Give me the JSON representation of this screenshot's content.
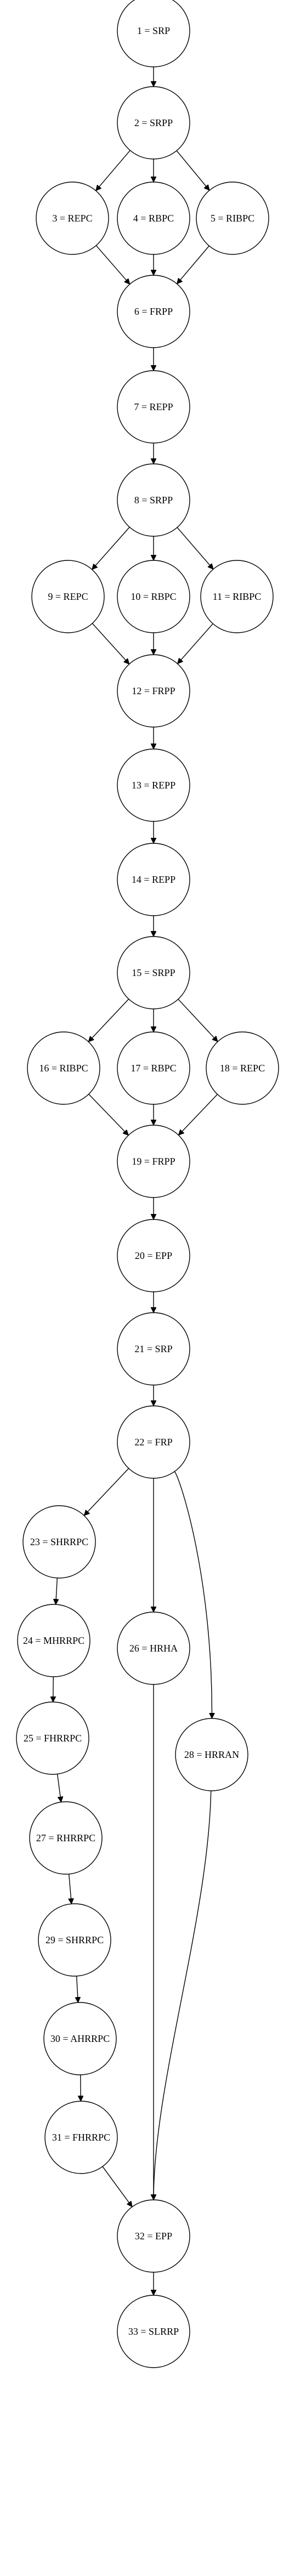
{
  "graph": {
    "nodes": [
      {
        "id": 1,
        "label": "1 = SRP"
      },
      {
        "id": 2,
        "label": "2 = SRPP"
      },
      {
        "id": 3,
        "label": "3 = REPC"
      },
      {
        "id": 4,
        "label": "4 = RBPC"
      },
      {
        "id": 5,
        "label": "5 = RIBPC"
      },
      {
        "id": 6,
        "label": "6 = FRPP"
      },
      {
        "id": 7,
        "label": "7 = REPP"
      },
      {
        "id": 8,
        "label": "8 = SRPP"
      },
      {
        "id": 9,
        "label": "9 = REPC"
      },
      {
        "id": 10,
        "label": "10 = RBPC"
      },
      {
        "id": 11,
        "label": "11 = RIBPC"
      },
      {
        "id": 12,
        "label": "12 = FRPP"
      },
      {
        "id": 13,
        "label": "13 = REPP"
      },
      {
        "id": 14,
        "label": "14 = REPP"
      },
      {
        "id": 15,
        "label": "15 = SRPP"
      },
      {
        "id": 16,
        "label": "16 = RIBPC"
      },
      {
        "id": 17,
        "label": "17 = RBPC"
      },
      {
        "id": 18,
        "label": "18 = REPC"
      },
      {
        "id": 19,
        "label": "19 = FRPP"
      },
      {
        "id": 20,
        "label": "20 = EPP"
      },
      {
        "id": 21,
        "label": "21 = SRP"
      },
      {
        "id": 22,
        "label": "22 = FRP"
      },
      {
        "id": 23,
        "label": "23 = SHRRPC"
      },
      {
        "id": 24,
        "label": "24 = MHRRPC"
      },
      {
        "id": 25,
        "label": "25 = FHRRPC"
      },
      {
        "id": 26,
        "label": "26 = HRHA"
      },
      {
        "id": 27,
        "label": "27 = RHRRPC"
      },
      {
        "id": 28,
        "label": "28 = HRRAN"
      },
      {
        "id": 29,
        "label": "29 = SHRRPC"
      },
      {
        "id": 30,
        "label": "30 = AHRRPC"
      },
      {
        "id": 31,
        "label": "31 = FHRRPC"
      },
      {
        "id": 32,
        "label": "32 = EPP"
      },
      {
        "id": 33,
        "label": "33 = SLRRP"
      }
    ],
    "edges": [
      [
        1,
        2
      ],
      [
        2,
        3
      ],
      [
        2,
        4
      ],
      [
        2,
        5
      ],
      [
        3,
        6
      ],
      [
        4,
        6
      ],
      [
        5,
        6
      ],
      [
        6,
        7
      ],
      [
        7,
        8
      ],
      [
        8,
        9
      ],
      [
        8,
        10
      ],
      [
        8,
        11
      ],
      [
        9,
        12
      ],
      [
        10,
        12
      ],
      [
        11,
        12
      ],
      [
        12,
        13
      ],
      [
        13,
        14
      ],
      [
        14,
        15
      ],
      [
        15,
        16
      ],
      [
        15,
        17
      ],
      [
        15,
        18
      ],
      [
        16,
        19
      ],
      [
        17,
        19
      ],
      [
        18,
        19
      ],
      [
        19,
        20
      ],
      [
        20,
        21
      ],
      [
        21,
        22
      ],
      [
        22,
        23
      ],
      [
        22,
        26
      ],
      [
        22,
        28
      ],
      [
        23,
        24
      ],
      [
        24,
        25
      ],
      [
        25,
        27
      ],
      [
        27,
        29
      ],
      [
        29,
        30
      ],
      [
        30,
        31
      ],
      [
        31,
        32
      ],
      [
        26,
        32
      ],
      [
        28,
        32
      ],
      [
        32,
        33
      ]
    ]
  }
}
